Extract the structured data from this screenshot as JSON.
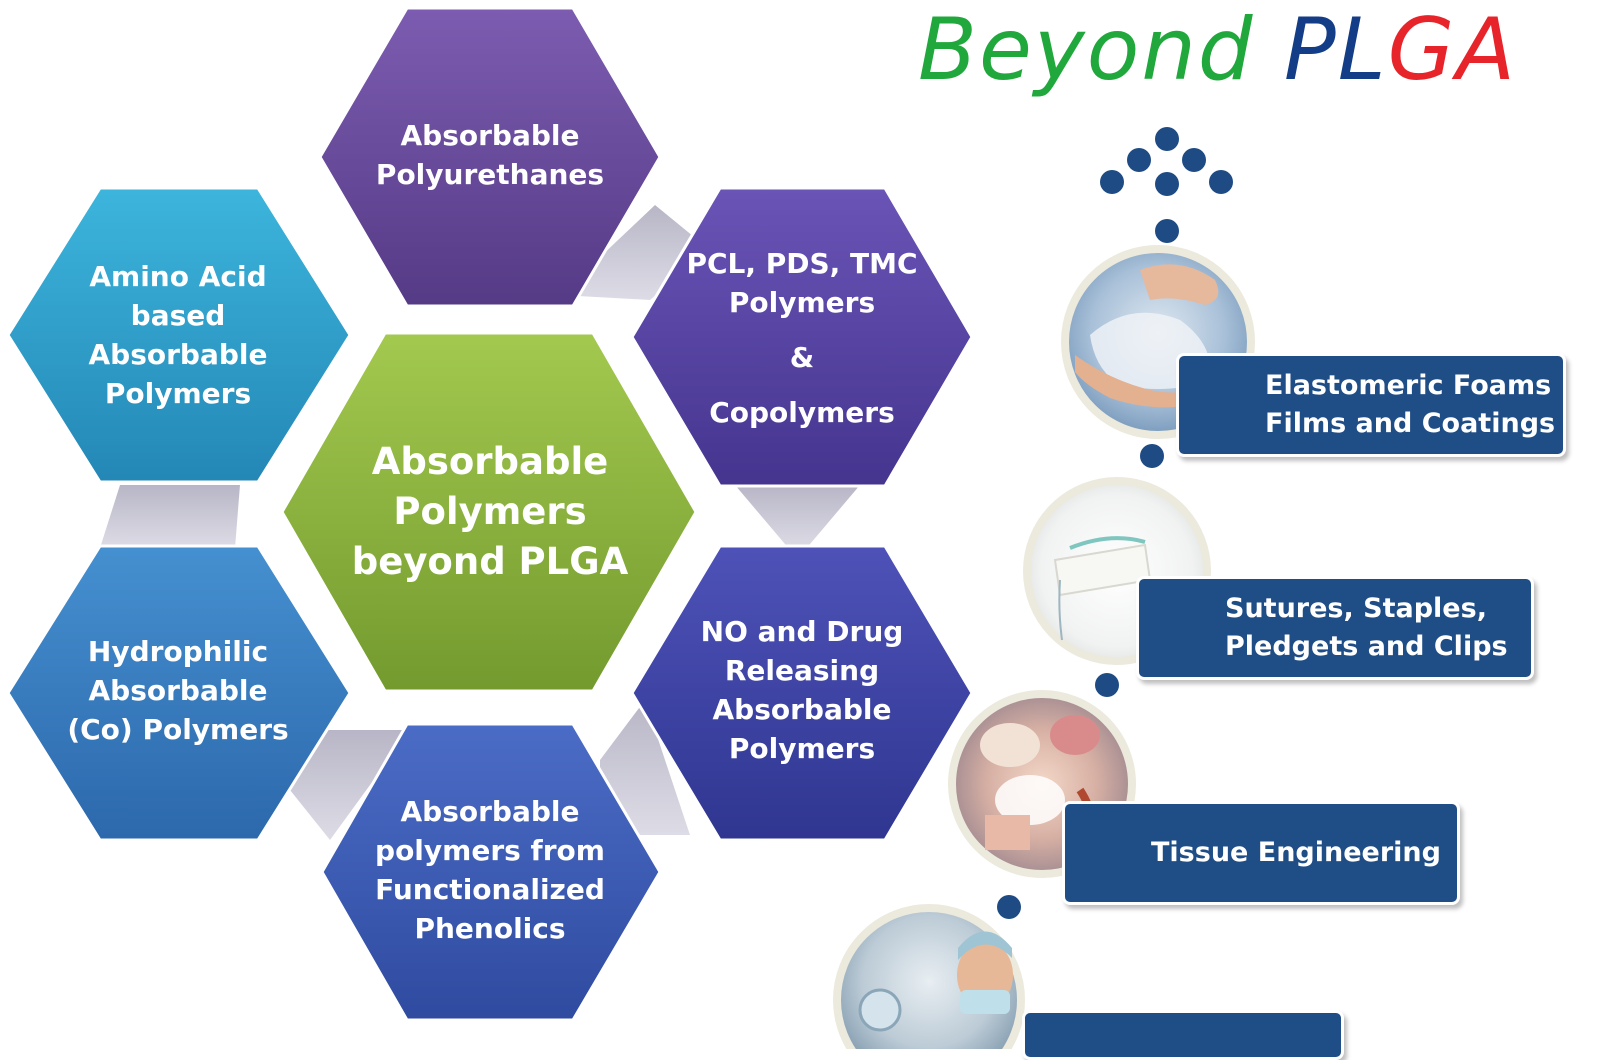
{
  "title": {
    "part1": "Beyond",
    "part2": "PL",
    "part3": "GA"
  },
  "hexagons": {
    "center": [
      "Absorbable",
      "Polymers",
      "beyond PLGA"
    ],
    "top": [
      "Absorbable",
      "Polyurethanes"
    ],
    "top_right": [
      "PCL, PDS, TMC",
      "Polymers",
      "&",
      "Copolymers"
    ],
    "bottom_right": [
      "NO and Drug",
      "Releasing",
      "Absorbable",
      "Polymers"
    ],
    "bottom": [
      "Absorbable",
      "polymers from",
      "Functionalized",
      "Phenolics"
    ],
    "bottom_left": [
      "Hydrophilic",
      "Absorbable",
      "(Co) Polymers"
    ],
    "top_left": [
      "Amino Acid",
      "based",
      "Absorbable",
      "Polymers"
    ]
  },
  "applications": [
    {
      "lines": [
        "Elastomeric Foams",
        "Films and Coatings"
      ],
      "image": "hands-with-film-photo"
    },
    {
      "lines": [
        "Sutures, Staples,",
        "Pledgets and Clips"
      ],
      "image": "suture-pledget-photo"
    },
    {
      "lines": [
        "Tissue Engineering"
      ],
      "image": "tissue-collage-photo"
    },
    {
      "lines": [
        ""
      ],
      "image": "surgeon-photo"
    }
  ],
  "colors": {
    "center": "#8cb33c",
    "top": "#6a4a9e",
    "top_right": "#5a48a6",
    "bottom_right": "#3f45a8",
    "bottom": "#3c5cb8",
    "bottom_left": "#3a7fc4",
    "top_left": "#2fa3cc",
    "label_bg": "#1f4d86",
    "title_green": "#20a83c",
    "title_blue": "#133d86",
    "title_red": "#e8242b"
  }
}
